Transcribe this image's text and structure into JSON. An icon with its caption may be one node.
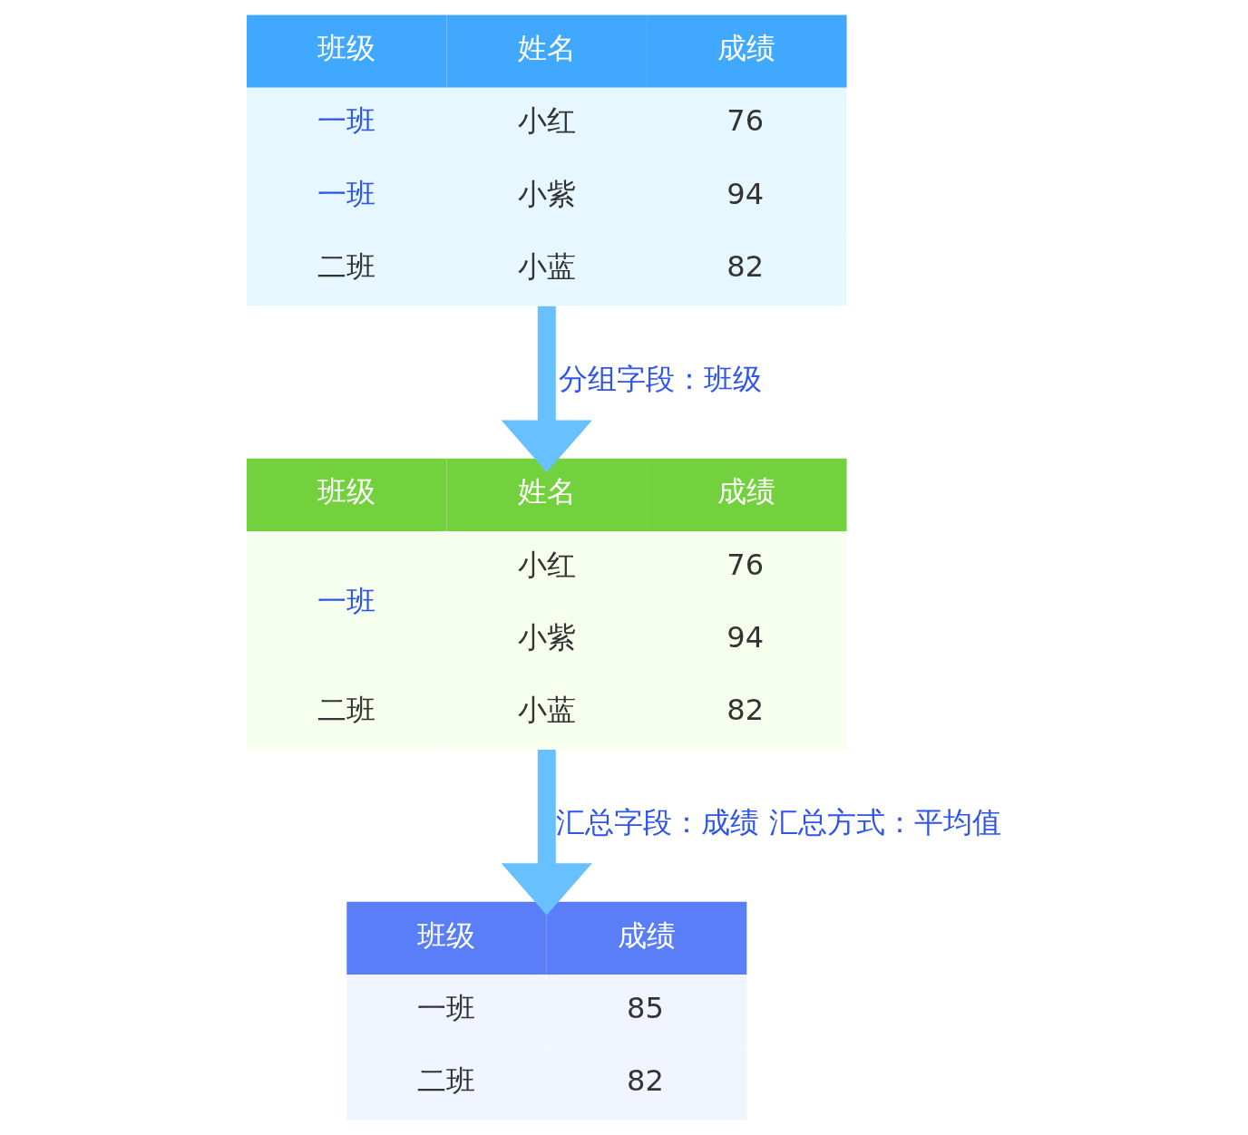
{
  "diagram": {
    "nodes": [
      {
        "text": [
          "班级",
          "姓名",
          "成绩",
          "一班",
          "小红",
          "76",
          "一班",
          "小紫",
          "94",
          "二班",
          "小蓝",
          "82"
        ]
      },
      {
        "text": [
          "班级",
          "姓名",
          "成绩",
          "一班",
          "小红",
          "76",
          "小紫",
          "94",
          "二班",
          "小蓝",
          "82"
        ]
      },
      {
        "text": [
          "班级",
          "成绩",
          "一班",
          "85",
          "二班",
          "82"
        ]
      }
    ],
    "edges": [
      {
        "from": 0,
        "to": 1,
        "arrow": "to",
        "label": "分组字段：班级"
      },
      {
        "from": 1,
        "to": 2,
        "arrow": "to",
        "label": "汇总字段：成绩 汇总方式：平均值"
      }
    ]
  }
}
